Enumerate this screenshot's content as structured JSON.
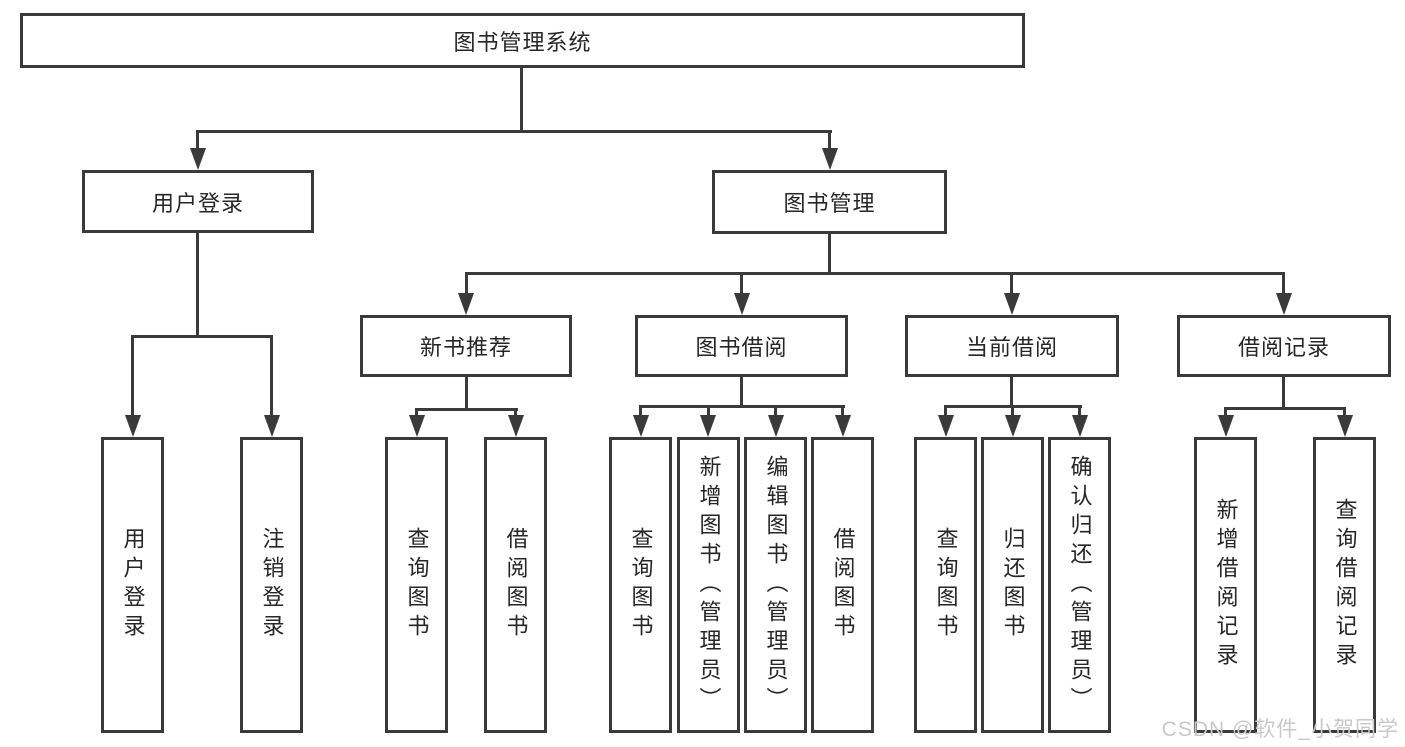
{
  "diagram_title": "图书管理系统",
  "colors": {
    "line": "#3a3a3a",
    "text": "#262626",
    "background": "#ffffff",
    "watermark_text_color": "#c9c9c9"
  },
  "nodes": {
    "root": {
      "label": "图书管理系统"
    },
    "level2": [
      {
        "label": "用户登录"
      },
      {
        "label": "图书管理"
      }
    ],
    "level3": [
      {
        "label": "新书推荐"
      },
      {
        "label": "图书借阅"
      },
      {
        "label": "当前借阅"
      },
      {
        "label": "借阅记录"
      }
    ],
    "leaves": [
      {
        "label": "用户登录"
      },
      {
        "label": "注销登录"
      },
      {
        "label": "查询图书"
      },
      {
        "label": "借阅图书"
      },
      {
        "label": "查询图书"
      },
      {
        "label": "新增图书（管理员）"
      },
      {
        "label": "编辑图书（管理员）"
      },
      {
        "label": "借阅图书"
      },
      {
        "label": "查询图书"
      },
      {
        "label": "归还图书"
      },
      {
        "label": "确认归还（管理员）"
      },
      {
        "label": "新增借阅记录"
      },
      {
        "label": "查询借阅记录"
      }
    ]
  },
  "watermark": {
    "text": "CSDN @软件_小贺同学"
  }
}
